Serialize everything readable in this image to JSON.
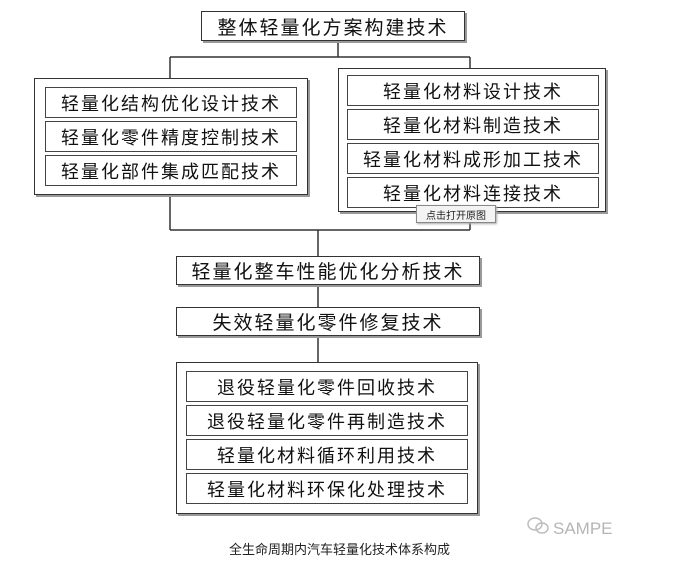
{
  "diagram": {
    "top_box": "整体轻量化方案构建技术",
    "left_group": [
      "轻量化结构优化设计技术",
      "轻量化零件精度控制技术",
      "轻量化部件集成匹配技术"
    ],
    "right_group": [
      "轻量化材料设计技术",
      "轻量化材料制造技术",
      "轻量化材料成形加工技术",
      "轻量化材料连接技术"
    ],
    "tooltip": "点击打开原图",
    "middle_box_1": "轻量化整车性能优化分析技术",
    "middle_box_2": "失效轻量化零件修复技术",
    "bottom_group": [
      "退役轻量化零件回收技术",
      "退役轻量化零件再制造技术",
      "轻量化材料循环利用技术",
      "轻量化材料环保化处理技术"
    ]
  },
  "caption": "全生命周期内汽车轻量化技术体系构成",
  "watermark": {
    "icon": "wechat-icon",
    "text": "SAMPE"
  }
}
